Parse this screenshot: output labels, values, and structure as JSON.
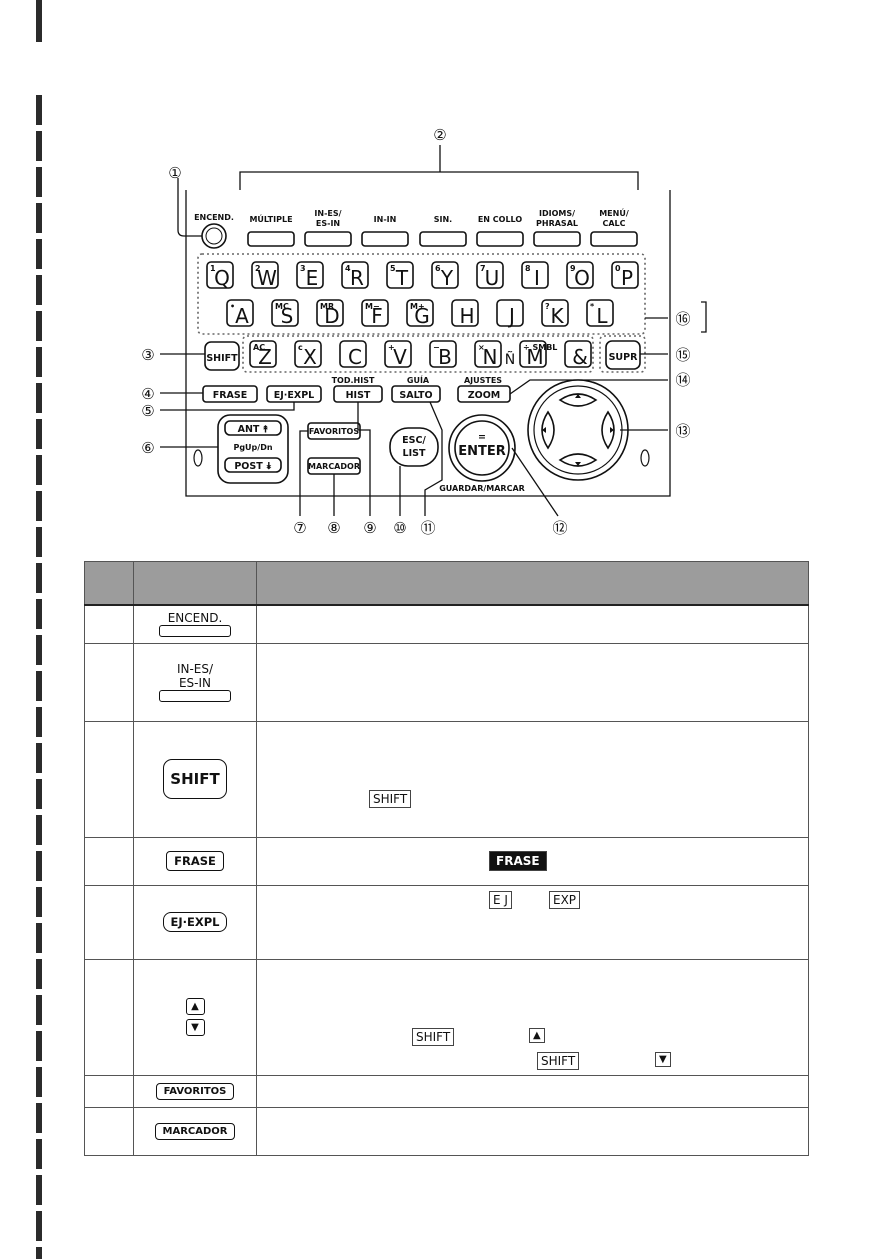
{
  "callouts": [
    "①",
    "②",
    "③",
    "④",
    "⑤",
    "⑥",
    "⑦",
    "⑧",
    "⑨",
    "⑩",
    "⑪",
    "⑫",
    "⑬",
    "⑭",
    "⑮",
    "⑯"
  ],
  "device": {
    "power_label": "ENCEND.",
    "function_keys": [
      "MÚLTIPLE",
      "IN-ES/\nES-IN",
      "IN-IN",
      "SIN.",
      "EN COLLO",
      "IDIOMS/\nPHRASAL",
      "MENÚ/\nCALC"
    ],
    "row1": [
      {
        "k": "Q",
        "s": "1"
      },
      {
        "k": "W",
        "s": "2"
      },
      {
        "k": "E",
        "s": "3"
      },
      {
        "k": "R",
        "s": "4"
      },
      {
        "k": "T",
        "s": "5"
      },
      {
        "k": "Y",
        "s": "6"
      },
      {
        "k": "U",
        "s": "7"
      },
      {
        "k": "I",
        "s": "8"
      },
      {
        "k": "O",
        "s": "9"
      },
      {
        "k": "P",
        "s": "0"
      }
    ],
    "row2": [
      {
        "k": "A",
        "s": "•"
      },
      {
        "k": "S",
        "s": "MC"
      },
      {
        "k": "D",
        "s": "MR"
      },
      {
        "k": "F",
        "s": "M−"
      },
      {
        "k": "G",
        "s": "M+"
      },
      {
        "k": "H",
        "s": ""
      },
      {
        "k": "J",
        "s": ""
      },
      {
        "k": "K",
        "s": "?"
      },
      {
        "k": "L",
        "s": "*"
      }
    ],
    "row3": [
      {
        "k": "Z",
        "s": "AC"
      },
      {
        "k": "X",
        "s": "c"
      },
      {
        "k": "C",
        "s": ""
      },
      {
        "k": "V",
        "s": "+"
      },
      {
        "k": "B",
        "s": "−"
      },
      {
        "k": "N",
        "s": "×"
      },
      {
        "k": "M",
        "s": "÷ SMBL"
      },
      {
        "k": "&",
        "s": ""
      }
    ],
    "n_tilde": "Ñ",
    "shift": "SHIFT",
    "supr": "SUPR",
    "frase": "FRASE",
    "ej_expl": "EJ·EXPL",
    "tod_hist": "TOD.HIST",
    "hist": "HIST",
    "guia": "GUÍA",
    "salto": "SALTO",
    "ajustes": "AJUSTES",
    "zoom": "ZOOM",
    "ant": "ANT ⯭",
    "pgupdn": "PgUp/Dn",
    "post": "POST ⯯",
    "favoritos": "FAVORITOS",
    "marcador": "MARCADOR",
    "esc": "ESC/",
    "list": "LIST",
    "equals": "=",
    "enter": "ENTER",
    "guardar": "GUARDAR/MARCAR"
  },
  "table": {
    "rows": [
      {
        "key": "ENCEND."
      },
      {
        "key": "IN-ES/\nES-IN"
      },
      {
        "key": "SHIFT",
        "inline": [
          "SHIFT"
        ]
      },
      {
        "key": "FRASE",
        "inline": [
          "FRASE"
        ]
      },
      {
        "key": "EJ·EXPL",
        "inline": [
          "E J",
          "EXP"
        ]
      },
      {
        "key": "▲▼",
        "inline": [
          "SHIFT",
          "▲",
          "SHIFT",
          "▼"
        ]
      },
      {
        "key": "FAVORITOS"
      },
      {
        "key": "MARCADOR"
      }
    ]
  },
  "colors": {
    "header_fill": "#9c9c9c",
    "ink": "#111111",
    "dotted": "#666666"
  }
}
